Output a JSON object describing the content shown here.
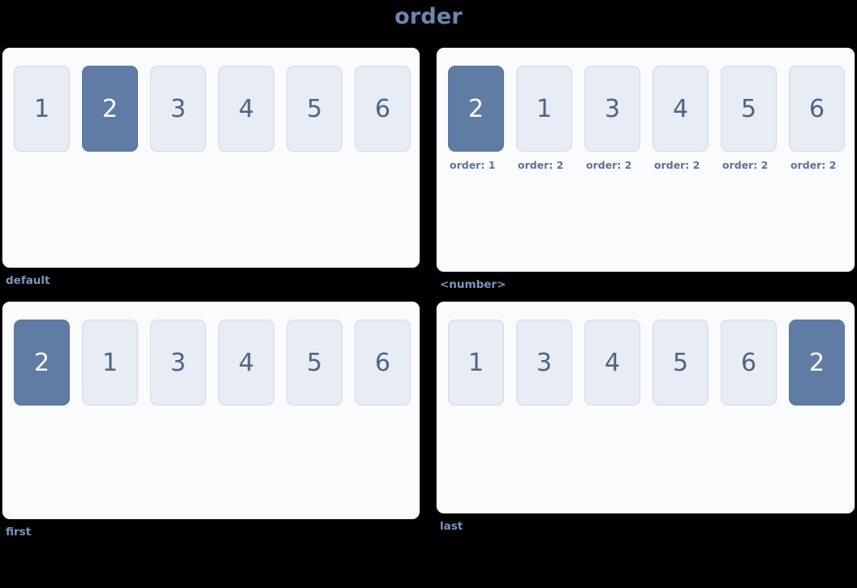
{
  "title": "order",
  "colors": {
    "background": "#000000",
    "title_text": "#6f87ae",
    "panel_bg": "#fafbfd",
    "item_bg": "#e7ecf5",
    "item_text": "#4e6482",
    "item_highlight_bg": "#607ca4",
    "item_highlight_text": "#ffffff",
    "label_text": "#7b94bb",
    "caption_text": "#5d7396"
  },
  "blocks": [
    {
      "id": "default",
      "label": "default",
      "items": [
        {
          "value": "1",
          "highlighted": false,
          "caption": ""
        },
        {
          "value": "2",
          "highlighted": true,
          "caption": ""
        },
        {
          "value": "3",
          "highlighted": false,
          "caption": ""
        },
        {
          "value": "4",
          "highlighted": false,
          "caption": ""
        },
        {
          "value": "5",
          "highlighted": false,
          "caption": ""
        },
        {
          "value": "6",
          "highlighted": false,
          "caption": ""
        }
      ]
    },
    {
      "id": "number",
      "label": "<number>",
      "items": [
        {
          "value": "2",
          "highlighted": true,
          "caption": "order: 1"
        },
        {
          "value": "1",
          "highlighted": false,
          "caption": "order: 2"
        },
        {
          "value": "3",
          "highlighted": false,
          "caption": "order: 2"
        },
        {
          "value": "4",
          "highlighted": false,
          "caption": "order: 2"
        },
        {
          "value": "5",
          "highlighted": false,
          "caption": "order: 2"
        },
        {
          "value": "6",
          "highlighted": false,
          "caption": "order: 2"
        }
      ]
    },
    {
      "id": "first",
      "label": "first",
      "items": [
        {
          "value": "2",
          "highlighted": true,
          "caption": ""
        },
        {
          "value": "1",
          "highlighted": false,
          "caption": ""
        },
        {
          "value": "3",
          "highlighted": false,
          "caption": ""
        },
        {
          "value": "4",
          "highlighted": false,
          "caption": ""
        },
        {
          "value": "5",
          "highlighted": false,
          "caption": ""
        },
        {
          "value": "6",
          "highlighted": false,
          "caption": ""
        }
      ]
    },
    {
      "id": "last",
      "label": "last",
      "items": [
        {
          "value": "1",
          "highlighted": false,
          "caption": ""
        },
        {
          "value": "3",
          "highlighted": false,
          "caption": ""
        },
        {
          "value": "4",
          "highlighted": false,
          "caption": ""
        },
        {
          "value": "5",
          "highlighted": false,
          "caption": ""
        },
        {
          "value": "6",
          "highlighted": false,
          "caption": ""
        },
        {
          "value": "2",
          "highlighted": true,
          "caption": ""
        }
      ]
    }
  ]
}
